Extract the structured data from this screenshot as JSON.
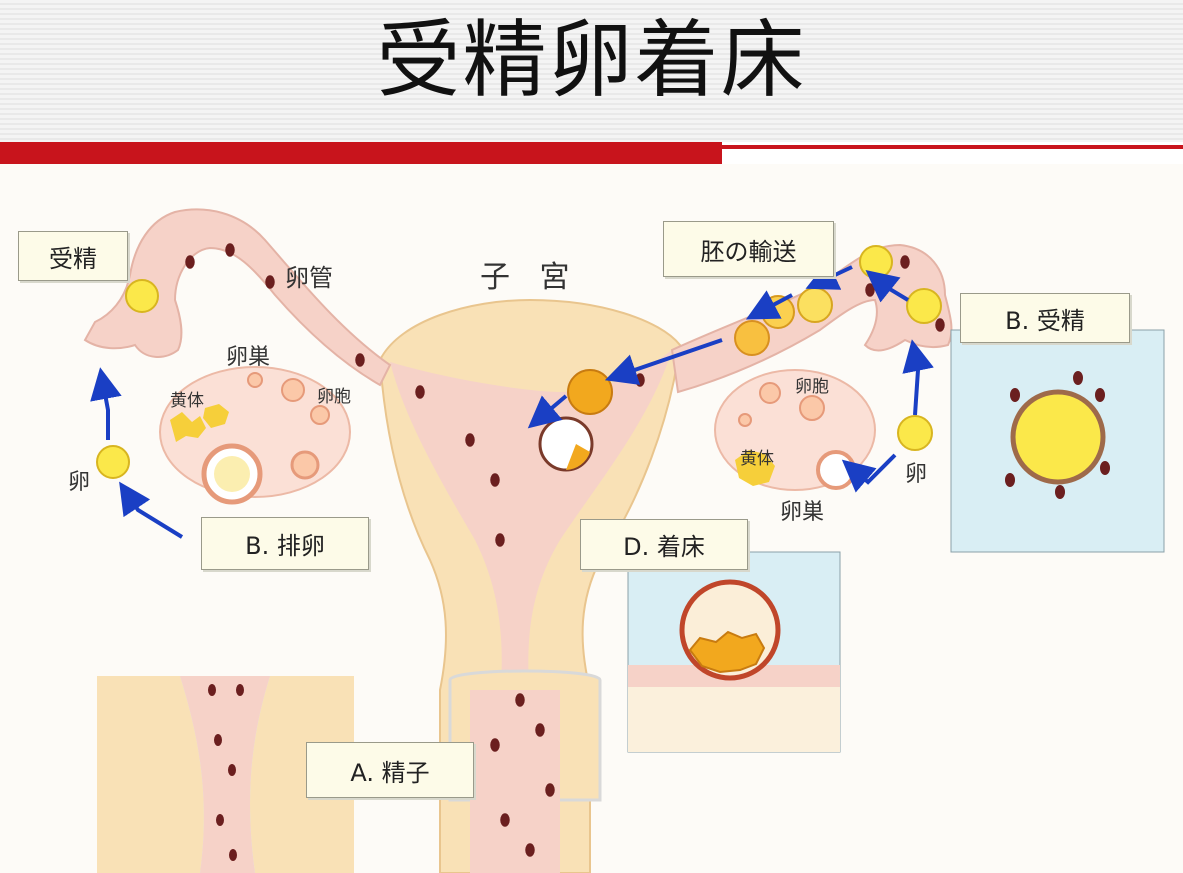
{
  "title": "受精卵着床",
  "labels": {
    "fertilization_left": "受精",
    "oviduct": "卵管",
    "uterus": "子 宮",
    "ovary_left": "卵巣",
    "corpus_luteum_left": "黄体",
    "follicle_left": "卵胞",
    "egg_left": "卵",
    "ovulation_box": "B. 排卵",
    "embryo_transport": "胚の輸送",
    "fertilization_box": "B. 受精",
    "follicle_right": "卵胞",
    "corpus_luteum_right": "黄体",
    "egg_right": "卵",
    "ovary_right": "卵巣",
    "implantation_box": "D. 着床",
    "sperm_box": "A. 精子"
  },
  "colors": {
    "accent_red": "#c8141c",
    "tissue_pink": "#f6d2c8",
    "endometrium": "#f3c6b4",
    "uterus_wall": "#f9e1b6",
    "egg_yellow": "#fbe84a",
    "embryo_orange": "#f2a81e",
    "sperm": "#6b1f1f",
    "arrow_blue": "#1a3fc4",
    "inset_blue": "#d9eef4"
  }
}
